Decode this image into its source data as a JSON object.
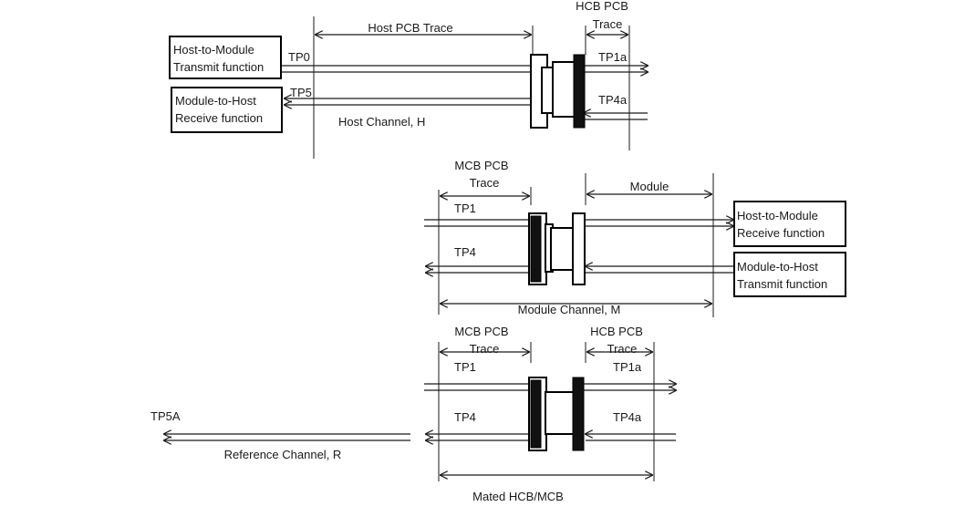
{
  "host": {
    "transmit_box": [
      "Host-to-Module",
      "Transmit function"
    ],
    "receive_box": [
      "Module-to-Host",
      "Receive function"
    ],
    "host_pcb_trace": "Host PCB Trace",
    "hcb_pcb": [
      "HCB PCB",
      "Trace"
    ],
    "tp0": "TP0",
    "tp5": "TP5",
    "tp1a": "TP1a",
    "tp4a": "TP4a",
    "channel": "Host Channel, H"
  },
  "module": {
    "mcb_pcb": [
      "MCB PCB",
      "Trace"
    ],
    "module_label": "Module",
    "tp1": "TP1",
    "tp4": "TP4",
    "receive_box": [
      "Host-to-Module",
      "Receive  function"
    ],
    "transmit_box": [
      "Module-to-Host",
      "Transmit function"
    ],
    "channel": "Module Channel, M"
  },
  "mated": {
    "mcb_pcb": [
      "MCB PCB",
      "Trace"
    ],
    "hcb_pcb": [
      "HCB PCB",
      "Trace"
    ],
    "tp1": "TP1",
    "tp4": "TP4",
    "tp1a": "TP1a",
    "tp4a": "TP4a",
    "tp5a": "TP5A",
    "reference_channel": "Reference Channel, R",
    "caption": "Mated HCB/MCB"
  }
}
